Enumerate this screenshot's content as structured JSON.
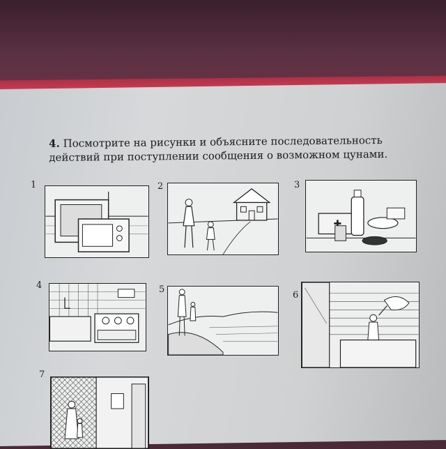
{
  "task": {
    "number": "4.",
    "text_line1": "Посмотрите на рисунки и объясните последовательность",
    "text_line2": "действий при поступлении сообщения о возможном цунами."
  },
  "figures": [
    {
      "number": "1",
      "icon": "tv-and-radio-icon"
    },
    {
      "number": "2",
      "icon": "mother-child-leaving-house-icon"
    },
    {
      "number": "3",
      "icon": "food-and-first-aid-supplies-icon"
    },
    {
      "number": "4",
      "icon": "kitchen-stove-gas-water-off-icon"
    },
    {
      "number": "5",
      "icon": "people-on-hill-above-sea-icon"
    },
    {
      "number": "6",
      "icon": "man-on-balcony-waving-cloth-icon"
    },
    {
      "number": "7",
      "icon": "mother-child-in-doorway-icon"
    }
  ],
  "colors": {
    "cover": "#5a3142",
    "cover_edge": "#c23a50",
    "page": "#d6d8da",
    "ink": "#1c1c1c"
  }
}
